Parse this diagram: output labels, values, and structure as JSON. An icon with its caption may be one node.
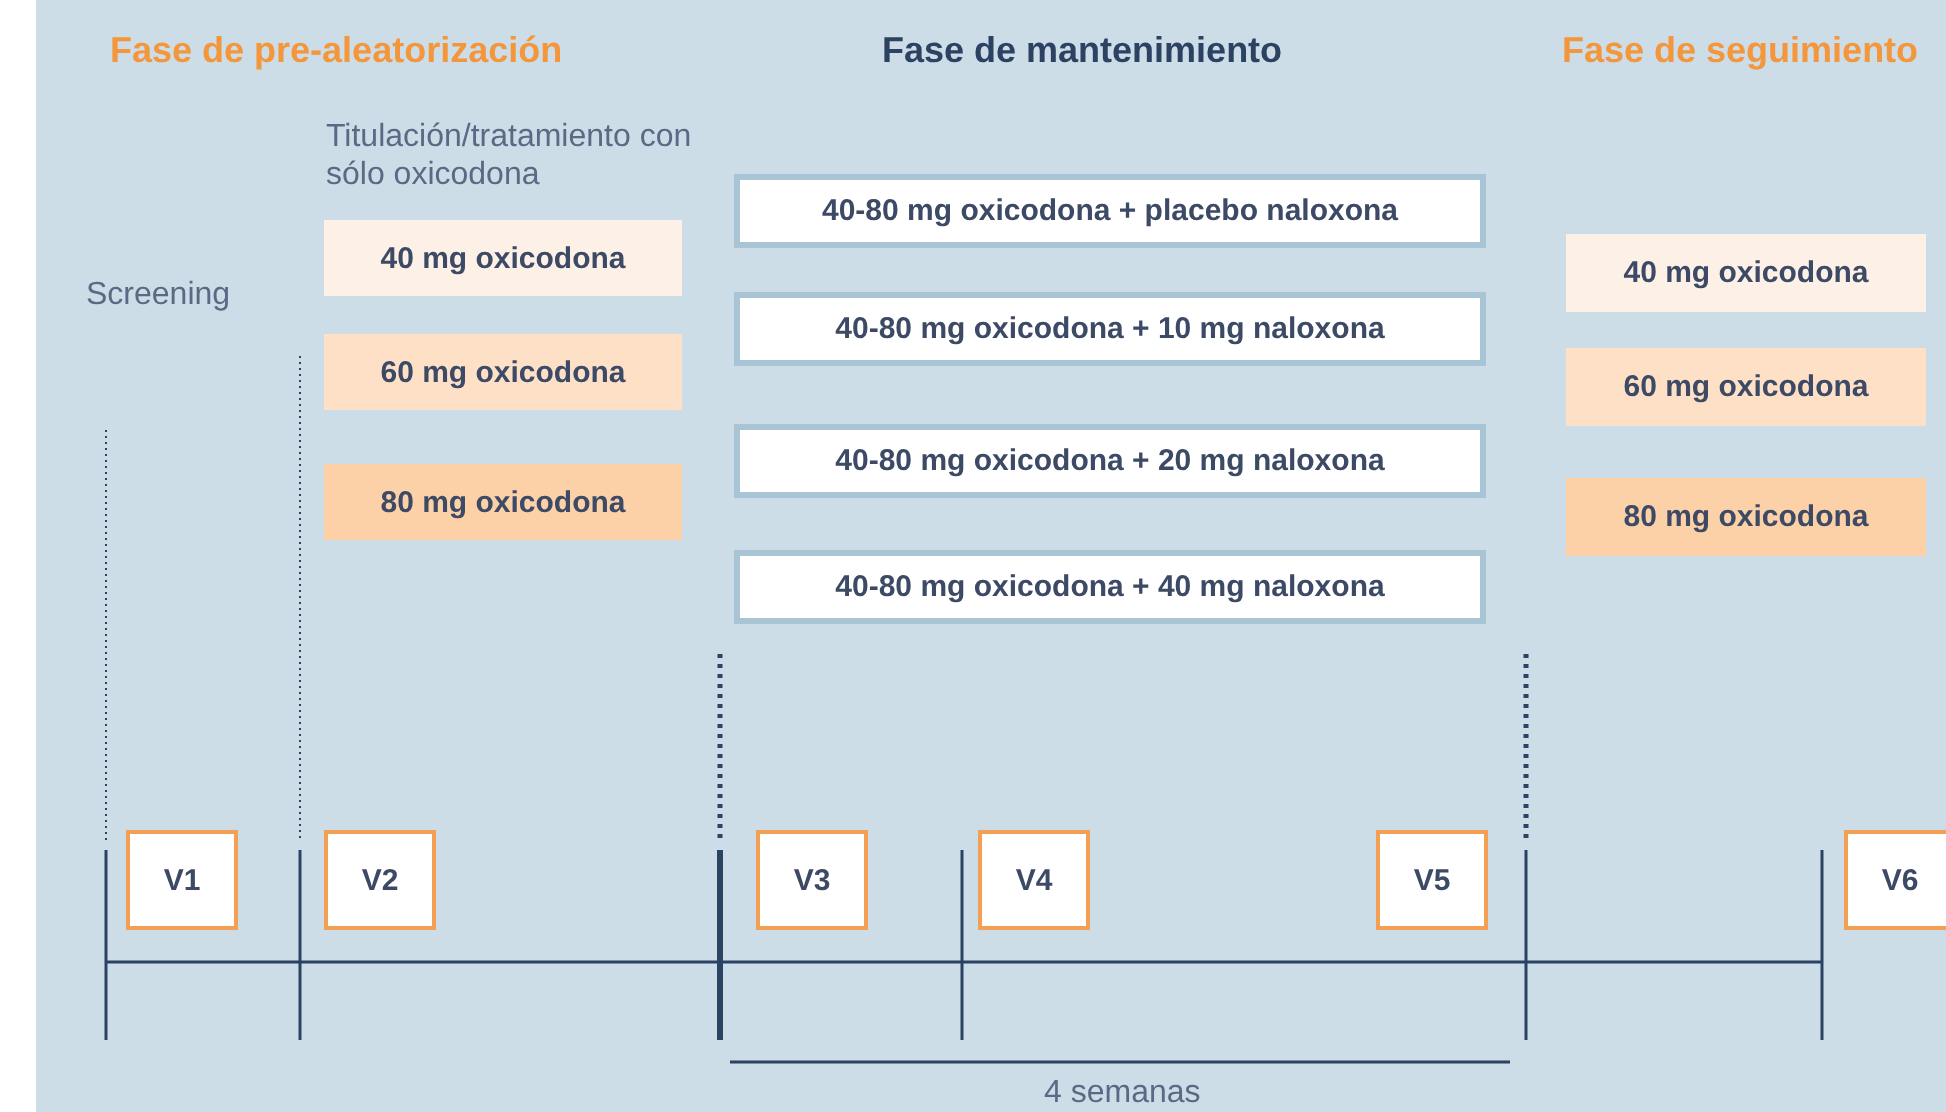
{
  "diagram": {
    "nodes": [
      {
        "text": [
          "40 mg oxicodona"
        ]
      },
      {
        "text": [
          "60 mg oxicodona"
        ]
      },
      {
        "text": [
          "80 mg oxicodona"
        ]
      },
      {
        "text": [
          "40-80 mg oxicodona + placebo naloxona"
        ]
      },
      {
        "text": [
          "40-80 mg oxicodona + 10 mg naloxona"
        ]
      },
      {
        "text": [
          "40-80 mg oxicodona + 20 mg naloxona"
        ]
      },
      {
        "text": [
          "40-80 mg oxicodona + 40 mg naloxona"
        ]
      },
      {
        "text": [
          "40 mg oxicodona"
        ]
      },
      {
        "text": [
          "60 mg oxicodona"
        ]
      },
      {
        "text": [
          "80 mg oxicodona"
        ]
      },
      {
        "text": [
          "V1"
        ]
      },
      {
        "text": [
          "V2"
        ]
      },
      {
        "text": [
          "V3"
        ]
      },
      {
        "text": [
          "V4"
        ]
      },
      {
        "text": [
          "V5"
        ]
      },
      {
        "text": [
          "V6"
        ]
      }
    ],
    "edges": [],
    "labels": [
      "Fase de pre-aleatorización",
      "Fase de mantenimiento",
      "Fase de seguimiento",
      "Titulación/tratamiento con sólo oxicodona",
      "Screening",
      "4 semanas"
    ]
  }
}
